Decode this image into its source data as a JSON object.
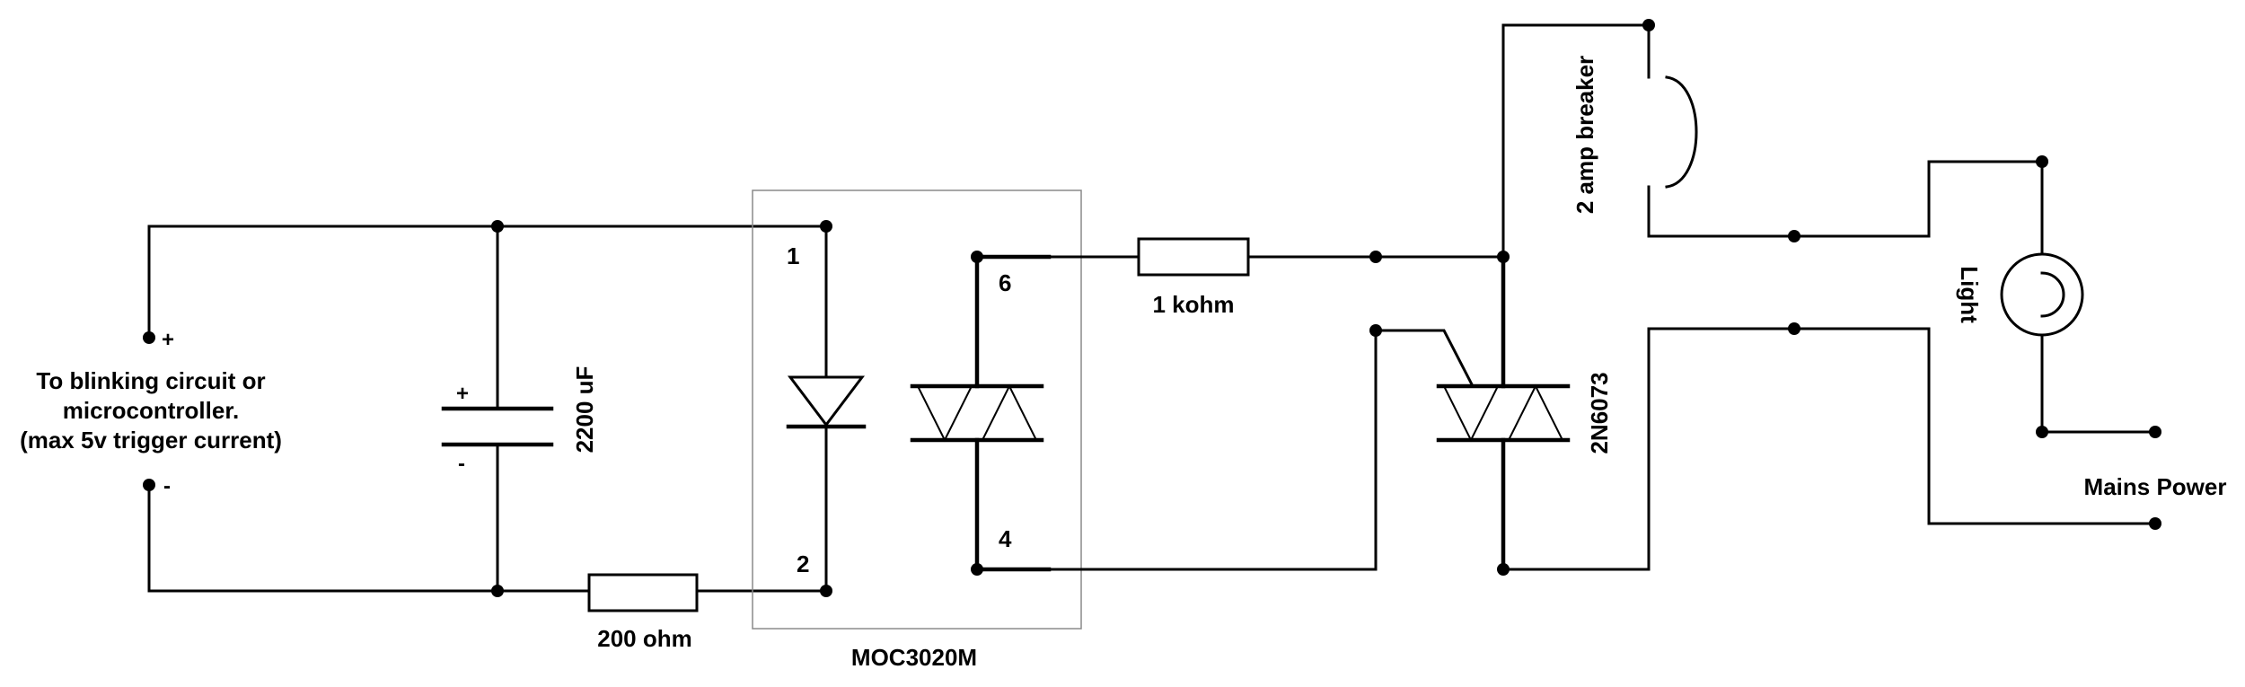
{
  "labels": {
    "input_line1": "To blinking circuit or",
    "input_line2": "microcontroller.",
    "input_line3": "(max 5v trigger current)",
    "plus": "+",
    "minus": "-",
    "cap_plus": "+",
    "cap_minus": "-",
    "capacitor": "2200 uF",
    "resistor_200": "200 ohm",
    "resistor_1k": "1 kohm",
    "optocoupler": "MOC3020M",
    "pin1": "1",
    "pin2": "2",
    "pin4": "4",
    "pin6": "6",
    "triac": "2N6073",
    "breaker": "2 amp breaker",
    "lamp": "Light",
    "mains": "Mains Power"
  }
}
